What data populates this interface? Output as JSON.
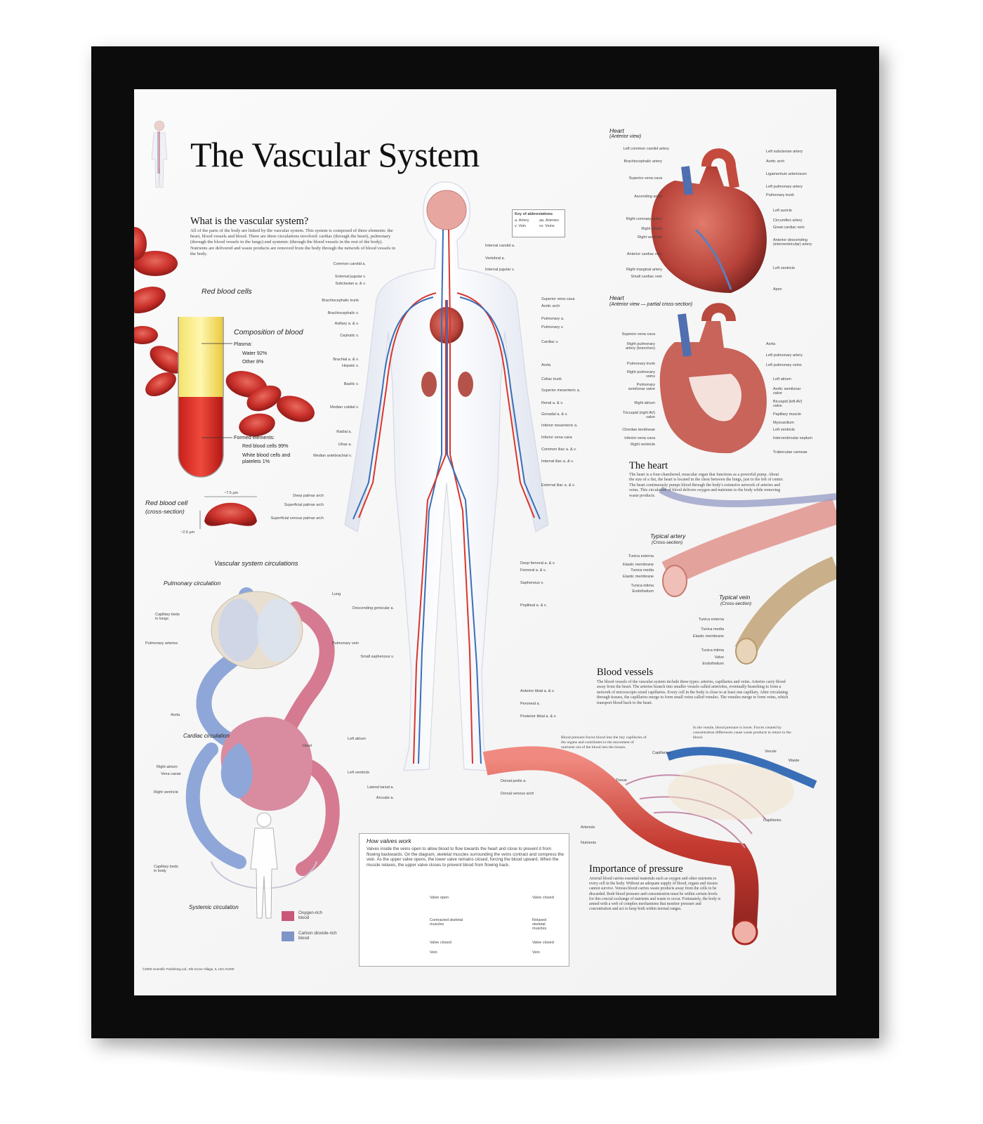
{
  "poster": {
    "title": "The Vascular System",
    "what_is": {
      "heading": "What is the vascular system?",
      "body": "All of the parts of the body are linked by the vascular system. This system is composed of three elements: the heart, blood vessels and blood. There are three circulations involved: cardiac (through the heart), pulmonary (through the blood vessels in the lungs) and systemic (through the blood vessels in the rest of the body). Nutrients are delivered and waste products are removed from the body through the network of blood vessels in the body."
    },
    "blood": {
      "red_blood_cells": "Red blood cells",
      "composition": "Composition of blood",
      "plasma": "Plasma:",
      "water": "Water 92%",
      "other": "Other 8%",
      "formed": "Formed elements:",
      "rbc_pct": "Red blood cells 99%",
      "wbc_pct": "White blood cells and platelets 1%",
      "rbc_cross_1": "Red blood cell",
      "rbc_cross_2": "(cross-section)",
      "dim_w": "~7.5 µm",
      "dim_h": "~2.6 µm"
    },
    "circulations": {
      "heading": "Vascular system circulations",
      "pulmonary": "Pulmonary circulation",
      "cardiac": "Cardiac circulation",
      "systemic": "Systemic circulation",
      "labels": [
        "Lung",
        "Capillary beds in lungs",
        "Pulmonary arteries",
        "Pulmonary vein",
        "Aorta",
        "Left atrium",
        "Heart",
        "Right atrium",
        "Vena cavae",
        "Right ventricle",
        "Left ventricle",
        "Capillary beds in body"
      ],
      "legend_oxy": "Oxygen-rich blood",
      "legend_co2": "Carbon dioxide-rich blood",
      "copyright": "©2000 Scientific Publishing Ltd., Elk Grove Village, IL USA #1000"
    },
    "key": {
      "title": "Key of abbreviations",
      "items": [
        "a. Artery",
        "aa. Arteries",
        "v. Vein",
        "vv. Veins"
      ]
    },
    "body_labels_left": [
      "Common carotid a.",
      "External jugular v.",
      "Subclavian a. & v.",
      "Brachiocephalic trunk",
      "Brachiocephalic v.",
      "Axillary a. & v.",
      "Cephalic v.",
      "Brachial a. & v.",
      "Hepatic v.",
      "Basilic v.",
      "Median cubital v.",
      "Radial a.",
      "Ulnar a.",
      "Median antebrachial v.",
      "Deep palmar arch",
      "Superficial palmar arch",
      "Superficial venous palmar arch",
      "Descending genicular a.",
      "Small saphenous v.",
      "Lateral tarsal a.",
      "Arcuate a."
    ],
    "body_labels_right": [
      "Internal carotid a.",
      "Vertebral a.",
      "Internal jugular v.",
      "Superior vena cava",
      "Aortic arch",
      "Pulmonary a.",
      "Pulmonary v.",
      "Cardiac v.",
      "Aorta",
      "Celiac trunk",
      "Superior mesenteric a.",
      "Renal a. & v.",
      "Gonadal a. & v.",
      "Inferior mesenteric a.",
      "Inferior vena cava",
      "Common iliac a. & v.",
      "Internal iliac a. & v.",
      "External iliac a. & v.",
      "Deep femoral a. & v.",
      "Femoral a. & v.",
      "Saphenous v.",
      "Popliteal a. & v.",
      "Anterior tibial a. & v.",
      "Peroneal a.",
      "Posterior tibial a. & v.",
      "Dorsal pedis a.",
      "Dorsal venous arch"
    ],
    "heart1": {
      "title": "Heart",
      "sub": "(Anterior view)",
      "labels": [
        "Left common carotid artery",
        "Left subclavian artery",
        "Brachiocephalic artery",
        "Aortic arch",
        "Ligamentum arteriosum",
        "Superior vena cava",
        "Left pulmonary artery",
        "Ascending aorta",
        "Pulmonary trunk",
        "Left auricle",
        "Right coronary artery",
        "Circumflex artery",
        "Right atrium",
        "Great cardiac vein",
        "Right ventricle",
        "Anterior descending (interventricular) artery",
        "Anterior cardiac vein",
        "Right marginal artery",
        "Small cardiac vein",
        "Left ventricle",
        "Apex"
      ]
    },
    "heart2": {
      "title": "Heart",
      "sub": "(Anterior view — partial cross-section)",
      "labels": [
        "Superior vena cava",
        "Aorta",
        "Right pulmonary artery (branches)",
        "Left pulmonary artery",
        "Pulmonary trunk",
        "Left pulmonary veins",
        "Right pulmonary veins",
        "Left atrium",
        "Pulmonary semilunar valve",
        "Aortic semilunar valve",
        "Right atrium",
        "Bicuspid (left AV) valve",
        "Tricuspid (right AV) valve",
        "Papillary muscle",
        "Chordae tendineae",
        "Myocardium",
        "Inferior vena cava",
        "Left ventricle",
        "Right ventricle",
        "Interventricular septum",
        "Trabeculae carneae"
      ]
    },
    "the_heart": {
      "heading": "The heart",
      "body": "The heart is a four-chambered, muscular organ that functions as a powerful pump. About the size of a fist, the heart is located in the chest between the lungs, just to the left of center. The heart continuously pumps blood through the body's extensive network of arteries and veins. This circulation of blood delivers oxygen and nutrients to the body while removing waste products."
    },
    "artery": {
      "title": "Typical artery",
      "sub": "(Cross-section)",
      "labels": [
        "Tunica externa",
        "Elastic membrane",
        "Tunica media",
        "Elastic membrane",
        "Tunica intima",
        "Endothelium"
      ]
    },
    "vein": {
      "title": "Typical vein",
      "sub": "(Cross-section)",
      "labels": [
        "Tunica externa",
        "Tunica media",
        "Elastic membrane",
        "Tunica intima",
        "Valve",
        "Endothelium"
      ]
    },
    "vessels": {
      "heading": "Blood vessels",
      "body": "The blood vessels of the vascular system include three types: arteries, capillaries and veins. Arteries carry blood away from the heart. The arteries branch into smaller vessels called arterioles, eventually branching to form a network of microscopic-sized capillaries. Every cell in the body is close to at least one capillary. After circulating through tissues, the capillaries merge to form small veins called venules. The venules merge to form veins, which transport blood back to the heart."
    },
    "pressure_notes": {
      "left": "Blood pressure forces blood into the tiny capillaries of the organs and contributes to the movement of nutrients out of the blood into the tissues.",
      "right": "In the venule, blood pressure is lower. Forces created by concentration differences cause waste products to return to the blood.",
      "labels": [
        "Capillaries",
        "Venule",
        "Waste",
        "Tissue",
        "Capillaries",
        "Arteriole",
        "Nutrients"
      ]
    },
    "pressure": {
      "heading": "Importance of pressure",
      "body": "Arterial blood carries essential materials such as oxygen and other nutrients to every cell in the body. Without an adequate supply of blood, organs and tissues cannot survive. Venous blood carries waste products away from the cells to be discarded. Both blood pressure and concentration must be within certain levels for this crucial exchange of nutrients and waste to occur. Fortunately, the body is armed with a web of complex mechanisms that monitor pressure and concentration and act to keep both within normal ranges."
    },
    "valves": {
      "heading": "How valves work",
      "body": "Valves inside the veins open to allow blood to flow towards the heart and close to prevent it from flowing backwards. On the diagram, skeletal muscles surrounding the veins contract and compress the vein. As the upper valve opens, the lower valve remains closed, forcing the blood upward. When the muscle relaxes, the upper valve closes to prevent blood from flowing back.",
      "left_labels": [
        "Valve open",
        "Contracted skeletal muscles",
        "Valve closed",
        "Vein"
      ],
      "right_labels": [
        "Valve closed",
        "Relaxed skeletal muscles",
        "Valve closed",
        "Vein"
      ]
    }
  },
  "colors": {
    "artery": "#d9352c",
    "vein": "#3a6fb8",
    "oxy": "#c8577a",
    "co2": "#7f95c8",
    "frame": "#0c0c0c"
  }
}
